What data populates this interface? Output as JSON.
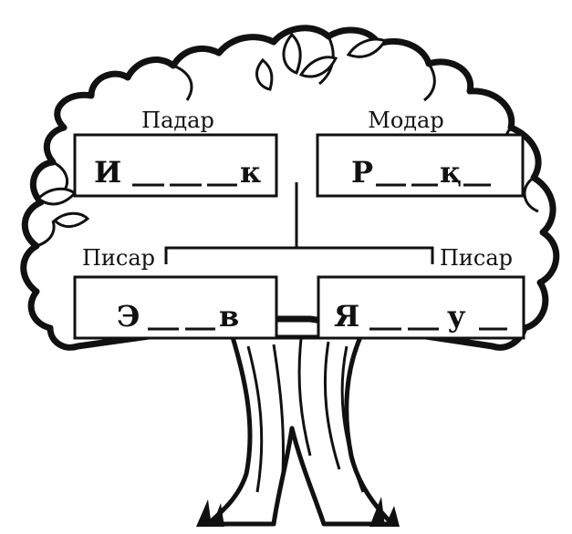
{
  "family": {
    "father": {
      "role": "Падар",
      "letters": [
        "И",
        "к"
      ]
    },
    "mother": {
      "role": "Модар",
      "letters": [
        "Р",
        "қ"
      ]
    },
    "son_left": {
      "role": "Писар",
      "letters": [
        "Э",
        "в"
      ]
    },
    "son_right": {
      "role": "Писар",
      "letters": [
        "Я",
        "у"
      ]
    }
  },
  "colors": {
    "ink": "#111111",
    "paper": "#ffffff"
  }
}
